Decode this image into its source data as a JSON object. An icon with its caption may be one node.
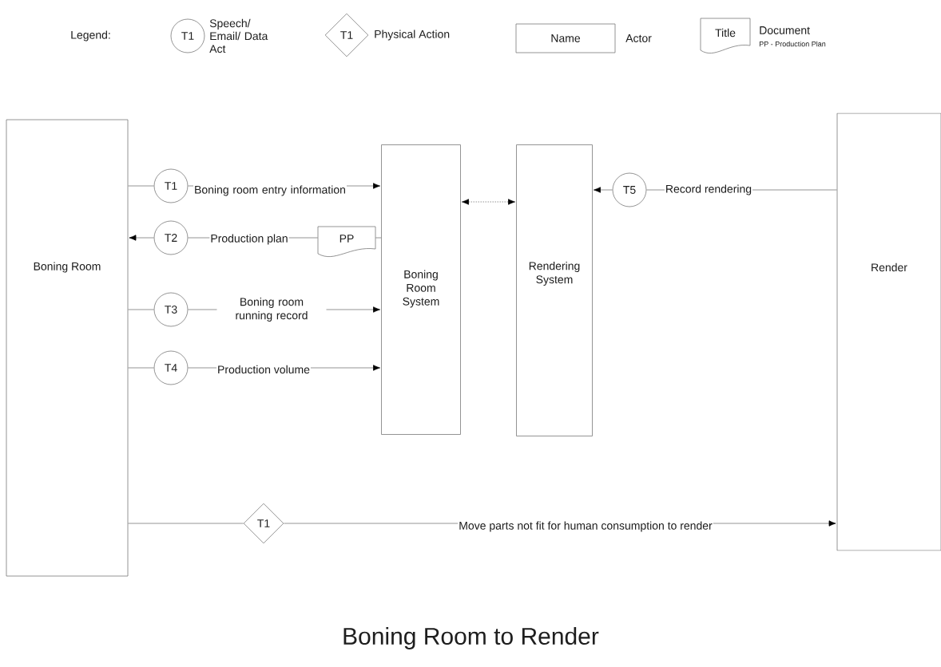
{
  "diagram": {
    "title": "Boning Room to Render",
    "nodes": [
      {
        "text": [
          "T1"
        ],
        "beside": [
          "Speech/ Email/ Data Act"
        ]
      },
      {
        "text": [
          "T1"
        ],
        "beside": [
          "Physical Action"
        ]
      },
      {
        "text": [
          "Name"
        ],
        "beside": [
          "Actor"
        ]
      },
      {
        "text": [
          "Title"
        ],
        "beside": [
          "Document",
          "PP - Production Plan"
        ]
      },
      {
        "text": [
          "Boning Room"
        ]
      },
      {
        "text": [
          "T1"
        ]
      },
      {
        "text": [
          "T2"
        ]
      },
      {
        "text": [
          "PP"
        ]
      },
      {
        "text": [
          "T3"
        ]
      },
      {
        "text": [
          "T4"
        ]
      },
      {
        "text": [
          "Boning Room System"
        ]
      },
      {
        "text": [
          "Rendering System"
        ]
      },
      {
        "text": [
          "T5"
        ]
      },
      {
        "text": [
          "Render"
        ]
      },
      {
        "text": [
          "T1"
        ]
      }
    ],
    "edges": [
      {
        "from": 4,
        "to": 5,
        "arrow": "none"
      },
      {
        "from": 5,
        "to": 10,
        "arrow": "to",
        "label": "Boning room entry information"
      },
      {
        "from": 10,
        "to": 7,
        "arrow": "none"
      },
      {
        "from": 7,
        "to": 6,
        "arrow": "none",
        "label": "Production plan"
      },
      {
        "from": 6,
        "to": 4,
        "arrow": "to"
      },
      {
        "from": 4,
        "to": 8,
        "arrow": "none"
      },
      {
        "from": 8,
        "to": 10,
        "arrow": "to",
        "label": "Boning room running record"
      },
      {
        "from": 4,
        "to": 9,
        "arrow": "none"
      },
      {
        "from": 9,
        "to": 10,
        "arrow": "to",
        "label": "Production volume"
      },
      {
        "from": 10,
        "to": 11,
        "arrow": "both",
        "style": "dashed"
      },
      {
        "from": 13,
        "to": 12,
        "arrow": "none",
        "label": "Record rendering"
      },
      {
        "from": 12,
        "to": 11,
        "arrow": "to"
      },
      {
        "from": 4,
        "to": 14,
        "arrow": "none"
      },
      {
        "from": 14,
        "to": 13,
        "arrow": "to",
        "label": "Move parts not fit for human consumption to render"
      }
    ],
    "labels": [
      "Legend:"
    ]
  }
}
